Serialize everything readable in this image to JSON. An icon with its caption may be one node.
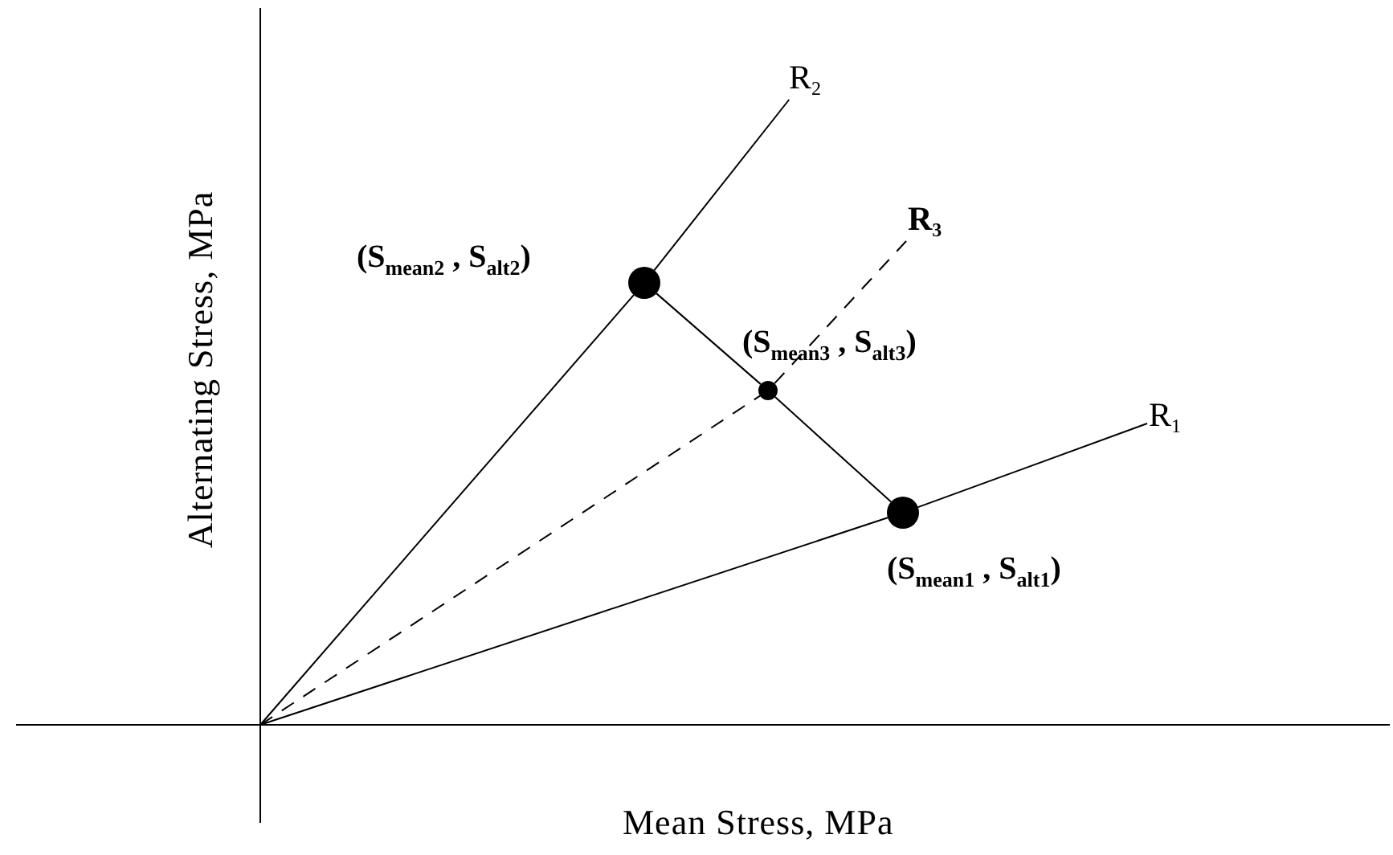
{
  "diagram": {
    "nodes": [
      {
        "text": [
          "R$_{2}$"
        ]
      },
      {
        "text": [],
        "shape": "circle",
        "beside": [
          "(S$_{mean2}$ , S$_{alt2}$)"
        ]
      },
      {
        "text": [
          "R$_{3}$"
        ]
      },
      {
        "text": [],
        "shape": "circle",
        "beside": [
          "(S$_{mean3}$ , S$_{alt3}$)"
        ]
      },
      {
        "text": [
          "R$_{1}$"
        ]
      },
      {
        "text": [],
        "shape": "circle",
        "beside": [
          "(S$_{mean1}$ , S$_{alt1}$)"
        ]
      }
    ],
    "edges": [
      {
        "from": null,
        "to": 1,
        "arrow": "none"
      },
      {
        "from": 1,
        "to": 0,
        "arrow": "none"
      },
      {
        "from": null,
        "to": 3,
        "arrow": "none",
        "style": "dashed"
      },
      {
        "from": 3,
        "to": 2,
        "arrow": "none",
        "style": "dashed"
      },
      {
        "from": null,
        "to": 5,
        "arrow": "none"
      },
      {
        "from": 5,
        "to": 4,
        "arrow": "none"
      },
      {
        "from": 1,
        "to": 3,
        "arrow": "none"
      },
      {
        "from": 3,
        "to": 5,
        "arrow": "none"
      }
    ],
    "labels": [
      "Alternating Stress, MPa",
      "Mean Stress, MPa"
    ]
  }
}
